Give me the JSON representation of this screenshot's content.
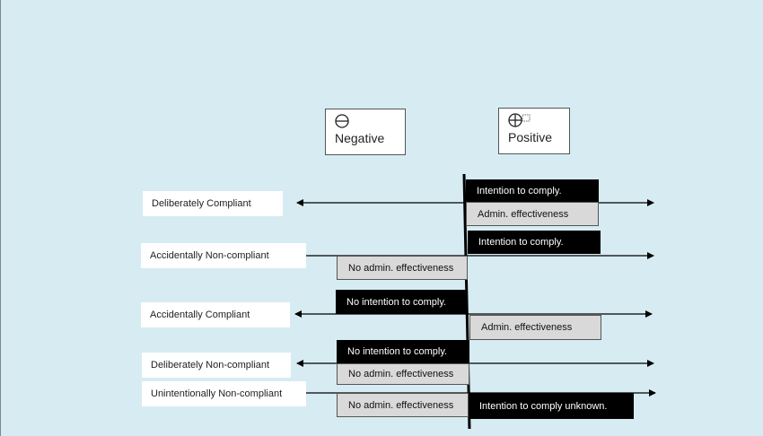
{
  "colors": {
    "background": "#d6ecf2",
    "dark_box": "#000000",
    "light_box": "#d9d9d9"
  },
  "legend": {
    "negative": {
      "icon": "circle-minus-icon",
      "label": "Negative"
    },
    "positive": {
      "icon": "circle-plus-icon",
      "label": "Positive"
    }
  },
  "rows": [
    {
      "label": "Deliberately Compliant"
    },
    {
      "label": "Accidentally Non-compliant"
    },
    {
      "label": "Accidentally Compliant"
    },
    {
      "label": "Deliberately Non-compliant"
    },
    {
      "label": "Unintentionally Non-compliant"
    }
  ],
  "boxes": {
    "dc_intention": "Intention to comply.",
    "dc_admin": "Admin. effectiveness",
    "anc_intention": "Intention to comply.",
    "anc_no_admin": "No admin. effectiveness",
    "ac_no_intention": "No intention to comply.",
    "ac_admin": "Admin. effectiveness",
    "dnc_no_intention": "No intention to comply.",
    "dnc_no_admin": "No admin. effectiveness",
    "unc_no_admin": "No admin. effectiveness",
    "unc_intention_unknown": "Intention to comply unknown."
  }
}
